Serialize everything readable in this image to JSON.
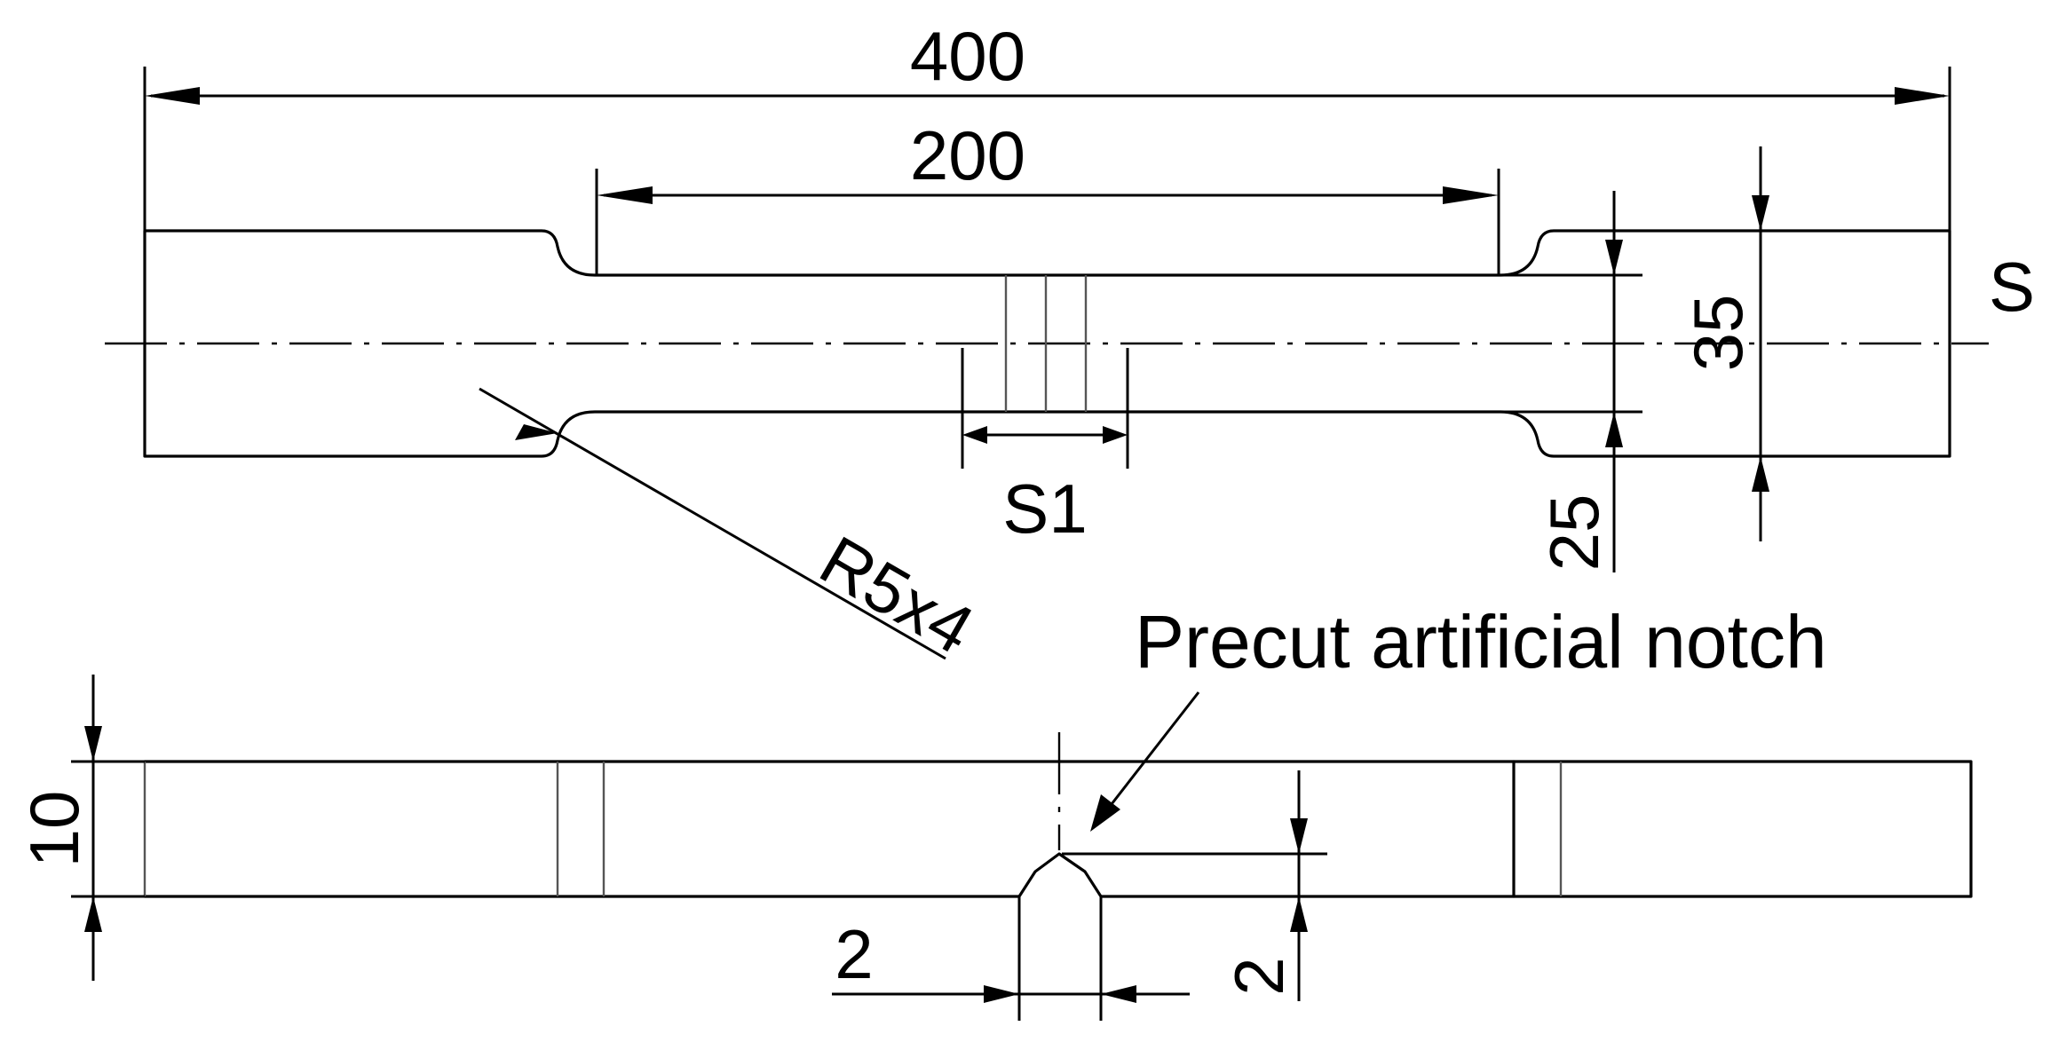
{
  "dimensions": {
    "overall_length": "400",
    "gauge_length": "200",
    "grip_width": "35",
    "gauge_width": "25",
    "section_s": "S",
    "section_s1": "S1",
    "fillet_radius": "R5x4",
    "thickness": "10",
    "notch_width": "2",
    "notch_depth": "2"
  },
  "annotations": {
    "notch_label": "Precut artificial notch"
  },
  "colors": {
    "line": "#000000",
    "light_line": "#555555",
    "background": "#ffffff"
  }
}
